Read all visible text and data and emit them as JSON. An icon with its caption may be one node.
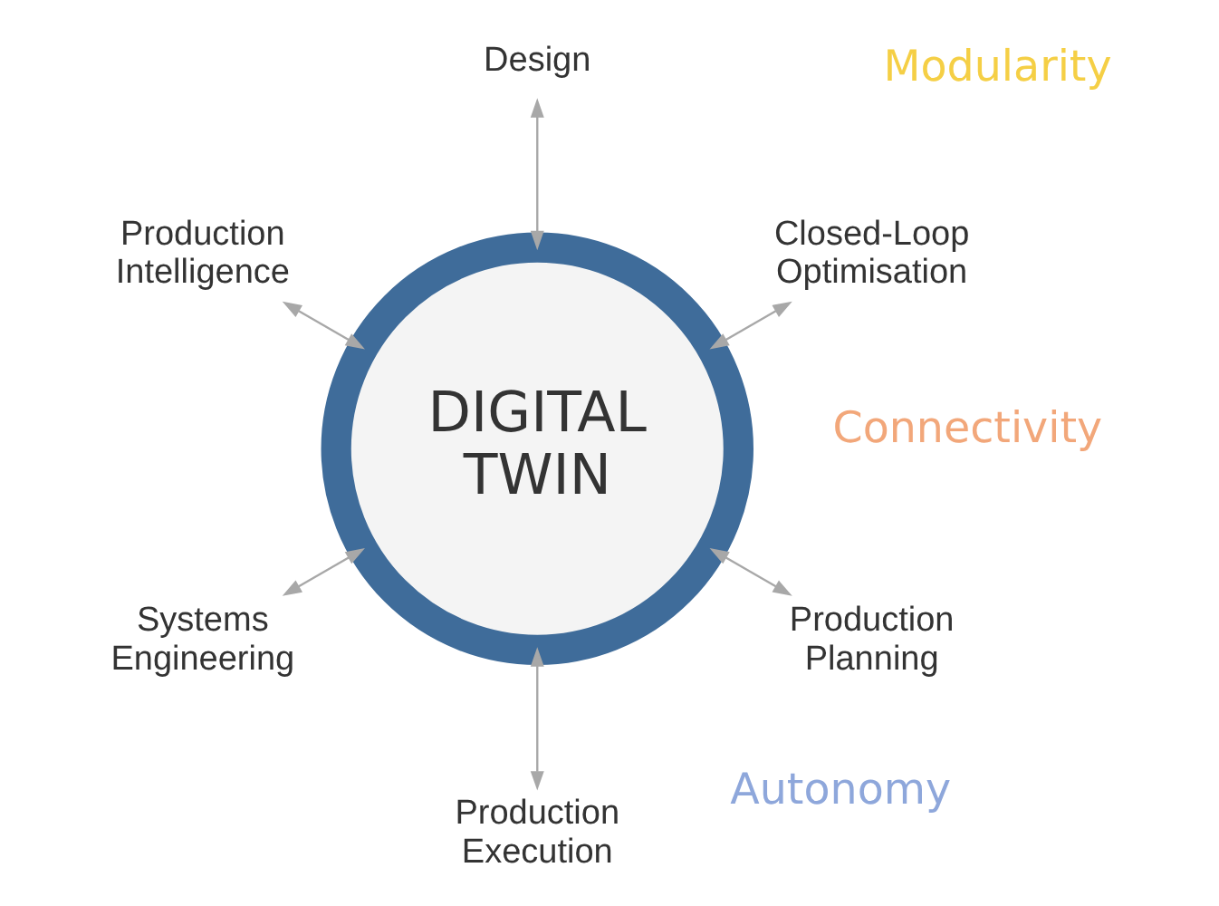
{
  "diagram": {
    "nodes": [
      {
        "text": [
          "Closed-Loop Optimisation"
        ]
      },
      {
        "text": [
          "Design"
        ]
      },
      {
        "text": [
          "DIGITAL TWIN"
        ]
      },
      {
        "text": [
          "Production Intelligence"
        ]
      },
      {
        "text": [
          "Systems Engineering"
        ]
      },
      {
        "text": [
          "Production Execution"
        ]
      },
      {
        "text": [
          "Production Planning"
        ]
      }
    ],
    "edges": [
      {
        "from": 2,
        "to": 0,
        "arrow": "both"
      },
      {
        "from": 2,
        "to": 1,
        "arrow": "both"
      },
      {
        "from": 2,
        "to": 4,
        "arrow": "both"
      },
      {
        "from": 2,
        "to": 6,
        "arrow": "both"
      },
      {
        "from": 2,
        "to": 5,
        "arrow": "both"
      },
      {
        "from": 2,
        "to": 3,
        "arrow": "both"
      }
    ],
    "labels": [
      "Modularity",
      "Autonomy",
      "Connectivity"
    ]
  }
}
